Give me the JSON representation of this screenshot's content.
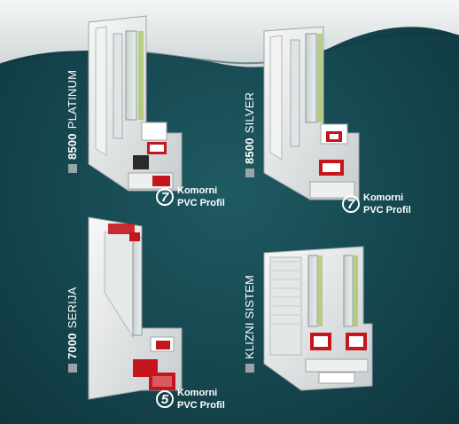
{
  "products": [
    {
      "series_number": "8500",
      "series_name": "PLATINUM",
      "chambers": "7",
      "badge_line1": "Komorni",
      "badge_line2": "PVC Profil"
    },
    {
      "series_number": "8500",
      "series_name": "SILVER",
      "chambers": "7",
      "badge_line1": "Komorni",
      "badge_line2": "PVC Profil"
    },
    {
      "series_number": "7000",
      "series_name": "SERIJA",
      "chambers": "5",
      "badge_line1": "Komorni",
      "badge_line2": "PVC Profil"
    },
    {
      "series_number": "",
      "series_name": "KLIZNI SISTEM"
    }
  ],
  "colors": {
    "background": "#174a52",
    "profile": "#e8eaeb",
    "reinforcement": "#c4161c",
    "gasket": "#2a2a2a",
    "label_square": "#9aa3a5"
  }
}
